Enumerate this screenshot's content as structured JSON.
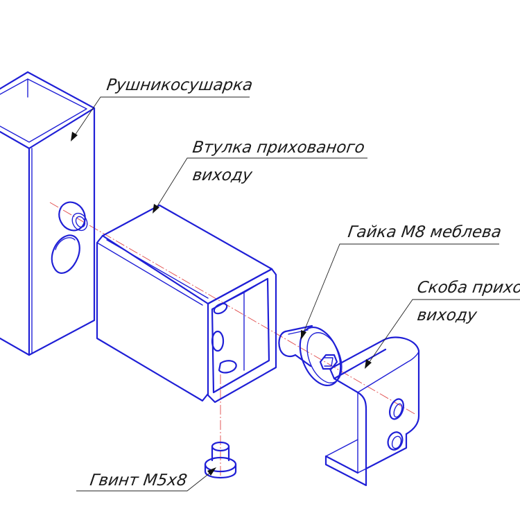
{
  "colors": {
    "part_outline": "#1f1fd6",
    "axis_line": "#e04848",
    "leader_line": "#222222",
    "label_text": "#1a1a1a"
  },
  "labels": {
    "towel_dryer": "Рушникосушарка",
    "sleeve_line1": "Втулка прихованого",
    "sleeve_line2": "виходу",
    "nut": "Гайка М8 меблева",
    "bracket_line1": "Скоба прихованого",
    "bracket_line2": "виходу",
    "screw": "Гвинт М5х8"
  }
}
